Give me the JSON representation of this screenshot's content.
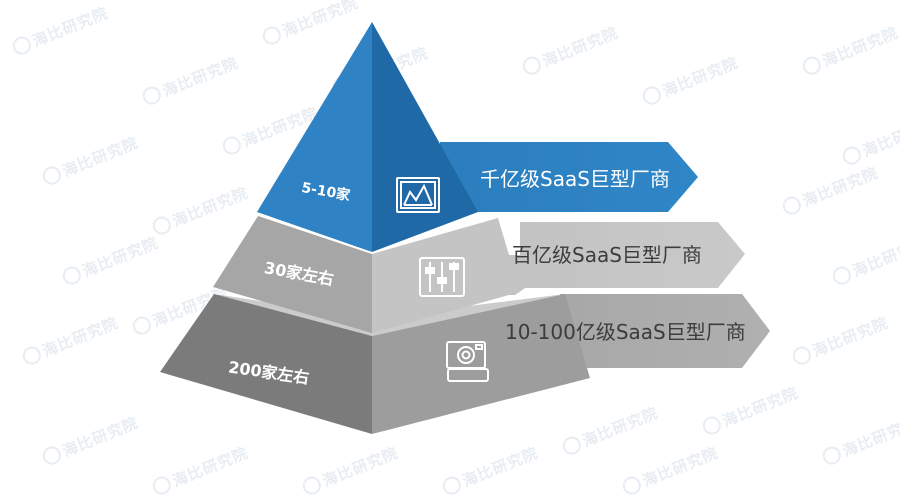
{
  "watermark": "海比研究院",
  "tiers": [
    {
      "count_label": "5-10家",
      "description": "千亿级SaaS巨型厂商",
      "icon": "chart-board-icon",
      "color": "#2f82c3"
    },
    {
      "count_label": "30家左右",
      "description": "百亿级SaaS巨型厂商",
      "icon": "sliders-icon",
      "color": "#b5b5b5"
    },
    {
      "count_label": "200家左右",
      "description": "10-100亿级SaaS巨型厂商",
      "icon": "camera-icon",
      "color": "#8d8d8d"
    }
  ]
}
